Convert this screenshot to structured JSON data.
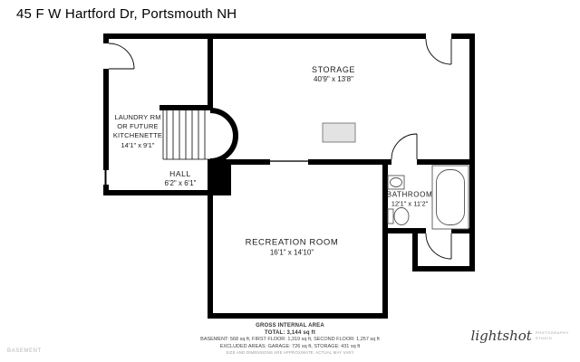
{
  "header": {
    "title": "45 F W Hartford Dr, Portsmouth NH"
  },
  "floor_label": "BASEMENT",
  "rooms": {
    "storage": {
      "name": "STORAGE",
      "dims": "40'9\" x 13'8\""
    },
    "laundry": {
      "line1": "LAUNDRY RM",
      "line2": "OR FUTURE",
      "line3": "KITCHENETTE",
      "dims": "14'1\" x 9'1\""
    },
    "hall": {
      "name": "HALL",
      "dims": "6'2\" x 6'1\""
    },
    "bathroom": {
      "name": "BATHROOM",
      "dims": "12'1\" x 11'2\""
    },
    "recreation": {
      "name": "RECREATION ROOM",
      "dims": "16'1\" x 14'10\""
    }
  },
  "footer": {
    "line1": "GROSS INTERNAL AREA",
    "line2": "TOTAL: 3,144 sq ft",
    "line3": "BASEMENT: 568 sq ft, FIRST FLOOR: 1,319 sq ft, SECOND FLOOR: 1,257 sq ft",
    "line4": "EXCLUDED AREAS: GARAGE: 726 sq ft, STORAGE: 431 sq ft",
    "line5": "SIZE AND DIMENSIONS ARE APPROXIMATE. ACTUAL MAY VARY"
  },
  "logo": {
    "script": "lightshot",
    "line1": "PHOTOGRAPHY",
    "line2": "STUDIO"
  },
  "colors": {
    "wall": "#000000",
    "fixture_stroke": "#555555",
    "furnace_fill": "#e3e3e3"
  }
}
